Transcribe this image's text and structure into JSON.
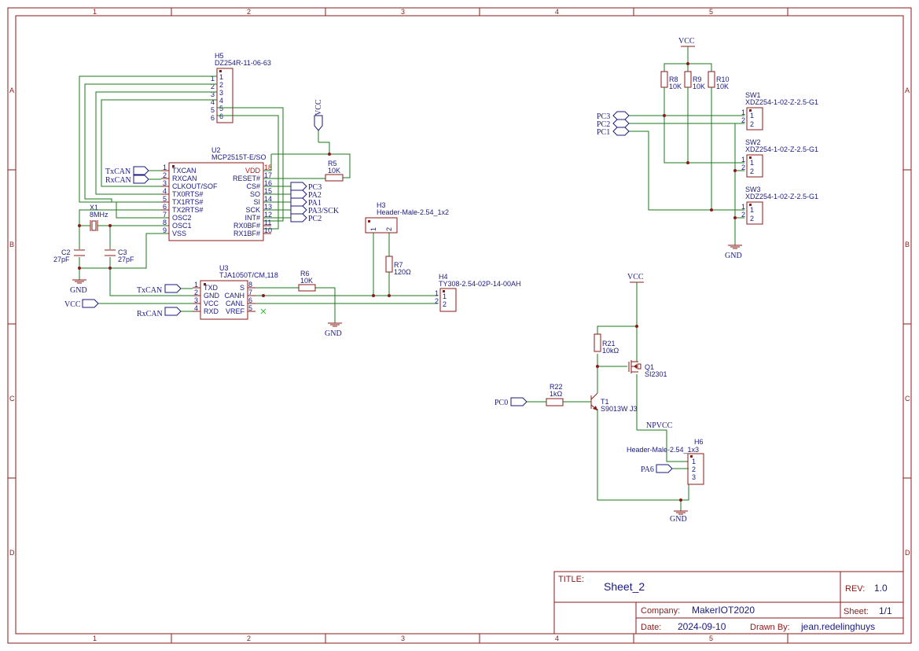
{
  "border": {
    "columns": [
      "1",
      "2",
      "3",
      "4",
      "5"
    ],
    "rows": [
      "A",
      "B",
      "C",
      "D"
    ]
  },
  "title_block": {
    "title_label": "TITLE:",
    "title": "Sheet_2",
    "rev_label": "REV:",
    "rev": "1.0",
    "company_label": "Company:",
    "company": "MakerIOT2020",
    "sheet_label": "Sheet:",
    "sheet": "1/1",
    "date_label": "Date:",
    "date": "2024-09-10",
    "drawn_label": "Drawn By:",
    "drawn_by": "jean.redelinghuys"
  },
  "h5": {
    "ref": "H5",
    "part": "DZ254R-11-06-63",
    "pins": [
      "1",
      "2",
      "3",
      "4",
      "5",
      "6"
    ]
  },
  "u2": {
    "ref": "U2",
    "part": "MCP2515T-E/SO",
    "left_pins": [
      {
        "num": "1",
        "name": "TXCAN"
      },
      {
        "num": "2",
        "name": "RXCAN"
      },
      {
        "num": "3",
        "name": "CLKOUT/SOF"
      },
      {
        "num": "4",
        "name": "TX0RTS#"
      },
      {
        "num": "5",
        "name": "TX1RTS#"
      },
      {
        "num": "6",
        "name": "TX2RTS#"
      },
      {
        "num": "7",
        "name": "OSC2"
      },
      {
        "num": "8",
        "name": "OSC1"
      },
      {
        "num": "9",
        "name": "VSS"
      }
    ],
    "right_pins": [
      {
        "num": "18",
        "name": "VDD"
      },
      {
        "num": "17",
        "name": "RESET#"
      },
      {
        "num": "16",
        "name": "CS#"
      },
      {
        "num": "15",
        "name": "SO"
      },
      {
        "num": "14",
        "name": "SI"
      },
      {
        "num": "13",
        "name": "SCK"
      },
      {
        "num": "12",
        "name": "INT#"
      },
      {
        "num": "11",
        "name": "RX0BF#"
      },
      {
        "num": "10",
        "name": "RX1BF#"
      }
    ]
  },
  "u3": {
    "ref": "U3",
    "part": "TJA1050T/CM,118",
    "left_pins": [
      {
        "num": "1",
        "name": "TXD"
      },
      {
        "num": "2",
        "name": "GND"
      },
      {
        "num": "3",
        "name": "VCC"
      },
      {
        "num": "4",
        "name": "RXD"
      }
    ],
    "right_pins": [
      {
        "num": "8",
        "name": "S"
      },
      {
        "num": "7",
        "name": "CANH"
      },
      {
        "num": "6",
        "name": "CANL"
      },
      {
        "num": "5",
        "name": "VREF"
      }
    ]
  },
  "x1": {
    "ref": "X1",
    "value": "8MHz"
  },
  "c2": {
    "ref": "C2",
    "value": "27pF"
  },
  "c3": {
    "ref": "C3",
    "value": "27pF"
  },
  "r5": {
    "ref": "R5",
    "value": "10K"
  },
  "r6": {
    "ref": "R6",
    "value": "10K"
  },
  "r7": {
    "ref": "R7",
    "value": "120Ω"
  },
  "r8": {
    "ref": "R8",
    "value": "10K"
  },
  "r9": {
    "ref": "R9",
    "value": "10K"
  },
  "r10": {
    "ref": "R10",
    "value": "10K"
  },
  "r21": {
    "ref": "R21",
    "value": "10kΩ"
  },
  "r22": {
    "ref": "R22",
    "value": "1kΩ"
  },
  "q1": {
    "ref": "Q1",
    "part": "SI2301"
  },
  "t1": {
    "ref": "T1",
    "part": "S9013W J3"
  },
  "h3": {
    "ref": "H3",
    "part": "Header-Male-2.54_1x2",
    "pins": [
      "1",
      "2"
    ]
  },
  "h4": {
    "ref": "H4",
    "part": "TY308-2.54-02P-14-00AH",
    "pins": [
      "1",
      "2"
    ]
  },
  "h6": {
    "ref": "H6",
    "part": "Header-Male-2.54_1x3",
    "pins": [
      "1",
      "2",
      "3"
    ]
  },
  "sw1": {
    "ref": "SW1",
    "part": "XDZ254-1-02-Z-2.5-G1",
    "pins": [
      "1",
      "2"
    ]
  },
  "sw2": {
    "ref": "SW2",
    "part": "XDZ254-1-02-Z-2.5-G1",
    "pins": [
      "1",
      "2"
    ]
  },
  "sw3": {
    "ref": "SW3",
    "part": "XDZ254-1-02-Z-2.5-G1",
    "pins": [
      "1",
      "2"
    ]
  },
  "nets": {
    "vcc": "VCC",
    "gnd": "GND",
    "txcan": "TxCAN",
    "rxcan": "RxCAN",
    "pc0": "PC0",
    "pc1": "PC1",
    "pc2": "PC2",
    "pc3": "PC3",
    "pa1": "PA1",
    "pa2": "PA2",
    "pa3sck": "PA3/SCK",
    "pa6": "PA6",
    "npvcc": "NPVCC"
  },
  "colors": {
    "frame": "#8b1a1a",
    "wire": "#1a7a1a",
    "text": "#1a1a80",
    "vdd_pin": "#c01010"
  }
}
